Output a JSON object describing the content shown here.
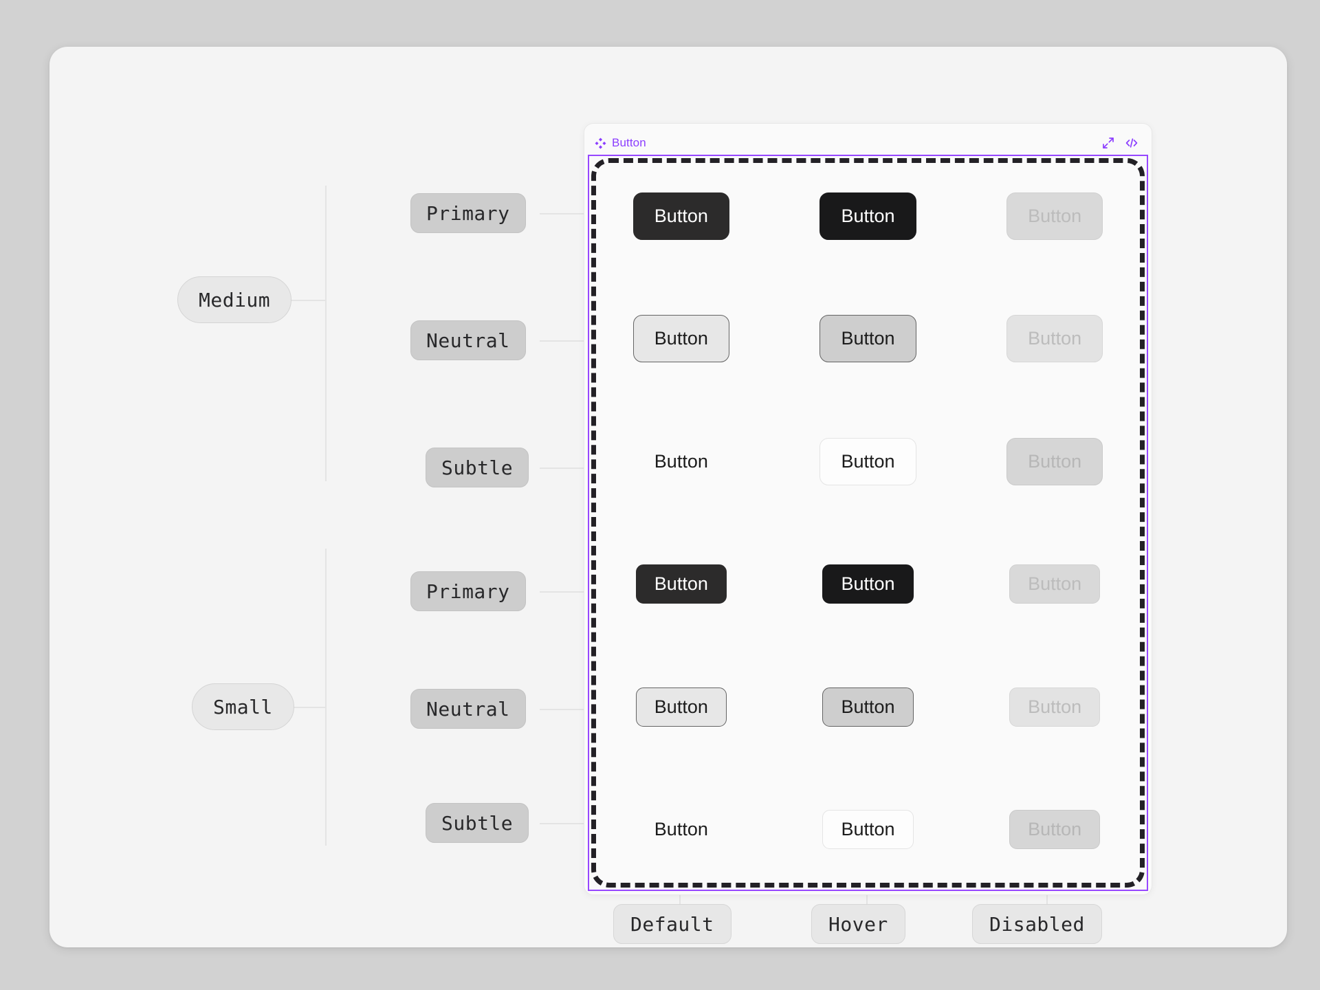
{
  "frame": {
    "title": "Button",
    "component_icon": "component-diamond-icon",
    "actions": [
      {
        "name": "expand-icon",
        "label": "Expand"
      },
      {
        "name": "code-icon",
        "label": "View code"
      }
    ],
    "selection_color": "#9747ff",
    "boundary_color": "#232126"
  },
  "canvas": {
    "background": "#d2d2d2",
    "card_background": "#f4f4f4"
  },
  "tree": {
    "sizes": [
      {
        "label": "Medium"
      },
      {
        "label": "Small"
      }
    ],
    "variants": [
      {
        "label": "Primary"
      },
      {
        "label": "Neutral"
      },
      {
        "label": "Subtle"
      },
      {
        "label": "Primary"
      },
      {
        "label": "Neutral"
      },
      {
        "label": "Subtle"
      }
    ],
    "states": [
      {
        "label": "Default"
      },
      {
        "label": "Hover"
      },
      {
        "label": "Disabled"
      }
    ]
  },
  "grid": {
    "columns": [
      "Default",
      "Hover",
      "Disabled"
    ],
    "rows": [
      {
        "size": "Medium",
        "variant": "Primary"
      },
      {
        "size": "Medium",
        "variant": "Neutral"
      },
      {
        "size": "Medium",
        "variant": "Subtle"
      },
      {
        "size": "Small",
        "variant": "Primary"
      },
      {
        "size": "Small",
        "variant": "Neutral"
      },
      {
        "size": "Small",
        "variant": "Subtle"
      }
    ],
    "button_label": "Button"
  }
}
